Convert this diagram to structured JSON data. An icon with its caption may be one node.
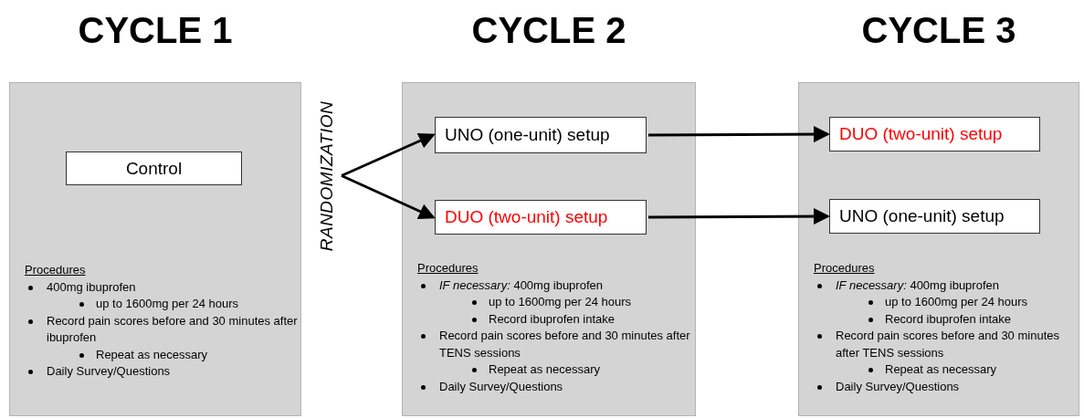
{
  "diagram": {
    "nodes": [
      {
        "text": [
          "CYCLE 1",
          "Procedures",
          "400mg ibuprofen",
          "up to 1600mg per 24 hours",
          "Record pain scores before and 30 minutes after ibuprofen",
          "Repeat as necessary",
          "Daily Survey/Questions"
        ]
      },
      {
        "text": [
          "Control"
        ],
        "in": 0
      },
      {
        "text": [
          "RANDOMIZATION"
        ]
      },
      {
        "text": [
          "CYCLE 2",
          "Procedures",
          "*IF necessary:* 400mg ibuprofen",
          "up to 1600mg per 24 hours",
          "Record ibuprofen intake",
          "Record pain scores before and 30 minutes after TENS sessions",
          "Repeat as necessary",
          "Daily Survey/Questions"
        ]
      },
      {
        "text": [
          "UNO (one-unit) setup"
        ],
        "in": 3
      },
      {
        "text": [
          "DUO (two-unit) setup"
        ],
        "in": 3
      },
      {
        "text": [
          "CYCLE 3",
          "Procedures",
          "*IF necessary:* 400mg ibuprofen",
          "up to 1600mg per 24 hours",
          "Record ibuprofen intake",
          "Record pain scores before and 30 minutes after TENS sessions",
          "Repeat as necessary",
          "Daily Survey/Questions"
        ]
      },
      {
        "text": [
          "DUO (two-unit) setup"
        ],
        "in": 6
      },
      {
        "text": [
          "UNO (one-unit) setup"
        ],
        "in": 6
      }
    ],
    "edges": [
      {
        "from": 2,
        "to": 4,
        "arrow": "to"
      },
      {
        "from": 2,
        "to": 5,
        "arrow": "to"
      },
      {
        "from": 4,
        "to": 7,
        "arrow": "to"
      },
      {
        "from": 5,
        "to": 8,
        "arrow": "to"
      }
    ]
  }
}
